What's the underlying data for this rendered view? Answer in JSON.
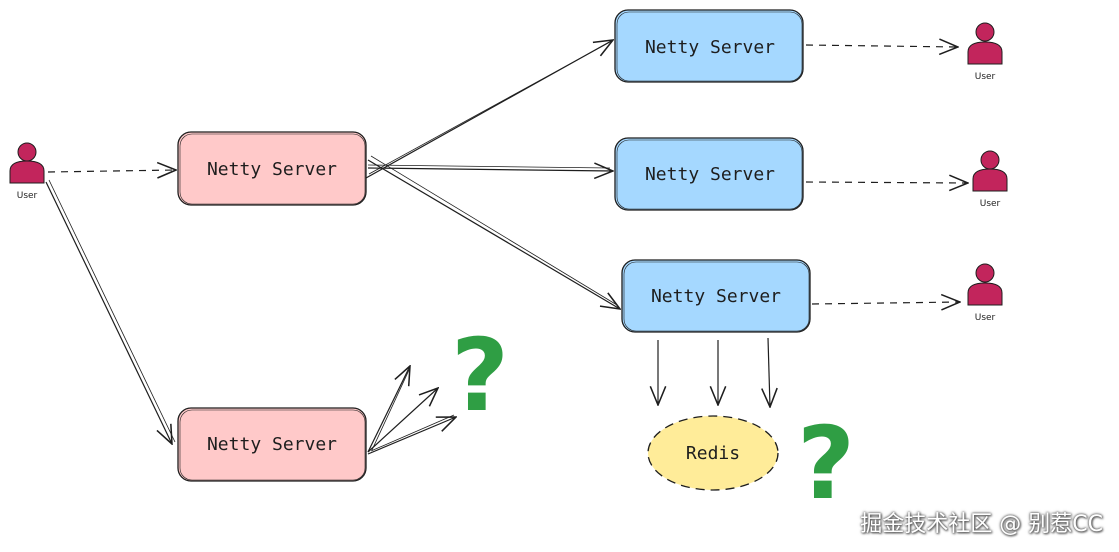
{
  "colors": {
    "pink_fill": "#ffc9c9",
    "blue_fill": "#a5d8ff",
    "yellow_fill": "#ffec99",
    "user": "#c2255c",
    "stroke": "#1e1e1e",
    "question": "#2f9e44"
  },
  "icons": [
    "user-icon",
    "question-mark-icon"
  ],
  "nodes": {
    "entry_user": "User",
    "entry_server": "Netty Server",
    "side_server": "Netty Server",
    "server_a": "Netty Server",
    "server_b": "Netty Server",
    "server_c": "Netty Server",
    "user_a": "User",
    "user_b": "User",
    "user_c": "User",
    "redis": "Redis"
  },
  "question_marks": [
    "?",
    "?"
  ],
  "watermark": "掘金技术社区 @ 别惹CC"
}
